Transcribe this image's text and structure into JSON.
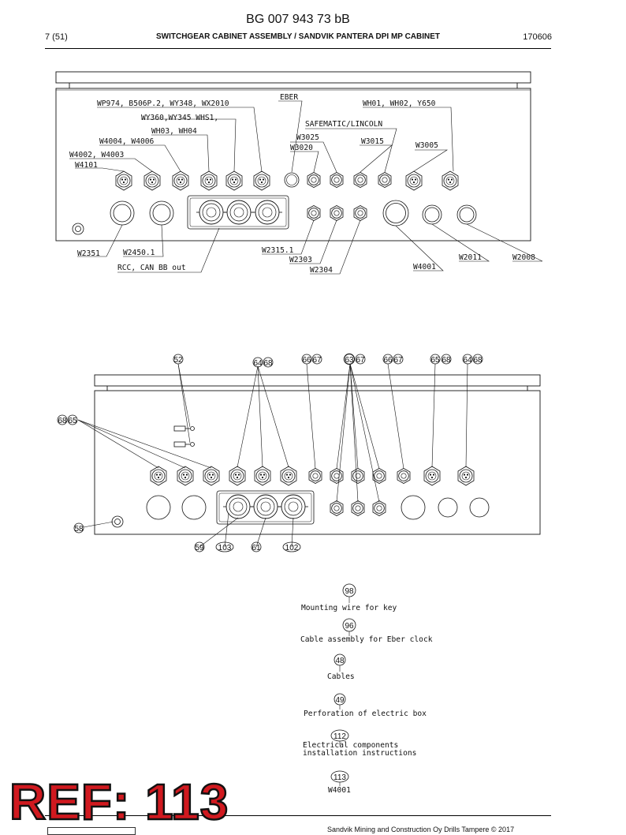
{
  "header": {
    "doc_number": "BG 007 943 73 bB",
    "page": "7 (51)",
    "title": "SWITCHGEAR CABINET ASSEMBLY / SANDVIK PANTERA DPI MP CABINET",
    "date": "170606"
  },
  "diagram1": {
    "labels": {
      "wp974": "WP974, B506P.2, WY348, WX2010",
      "eber": "EBER",
      "wh01": "WH01, WH02, Y650",
      "wy360": "WY360,WY345 WHS1,",
      "safematic": "SAFEMATIC/LINCOLN",
      "wh03": "WH03, WH04",
      "w3025": "W3025",
      "w3020": "W3020",
      "w3015": "W3015",
      "w3005": "W3005",
      "w4004": "W4004, W4006",
      "w4002": "W4002, W4003",
      "w4101": "W4101",
      "w2351": "W2351",
      "w2450": "W2450.1",
      "rcc": "RCC, CAN BB out",
      "w2315": "W2315.1",
      "w2303": "W2303",
      "w2304": "W2304",
      "w4001": "W4001",
      "w2011": "W2011",
      "w2008": "W2008"
    }
  },
  "diagram2": {
    "balloons": {
      "b52": "52",
      "b64a": "64",
      "b68a": "68",
      "b66a": "66",
      "b67a": "67",
      "b63": "63",
      "b67b": "67",
      "b66b": "66",
      "b67c": "67",
      "b65a": "65",
      "b68b": "68",
      "b64b": "64",
      "b68c": "68",
      "b68d": "68",
      "b65b": "65",
      "b58": "58",
      "b59": "59",
      "b103": "103",
      "b61": "61",
      "b102": "102"
    }
  },
  "parts_list": [
    {
      "number": "98",
      "desc": "Mounting wire for key"
    },
    {
      "number": "96",
      "desc": "Cable assembly for Eber clock"
    },
    {
      "number": "48",
      "desc": "Cables"
    },
    {
      "number": "49",
      "desc": "Perforation of electric box"
    },
    {
      "number": "112",
      "desc": "Electrical components",
      "desc2": "installation instructions"
    },
    {
      "number": "113",
      "desc": "W4001"
    }
  ],
  "stamp": "REF: 113",
  "footer": {
    "text": "Sandvik Mining and Construction Oy Drills Tampere © 2017"
  }
}
